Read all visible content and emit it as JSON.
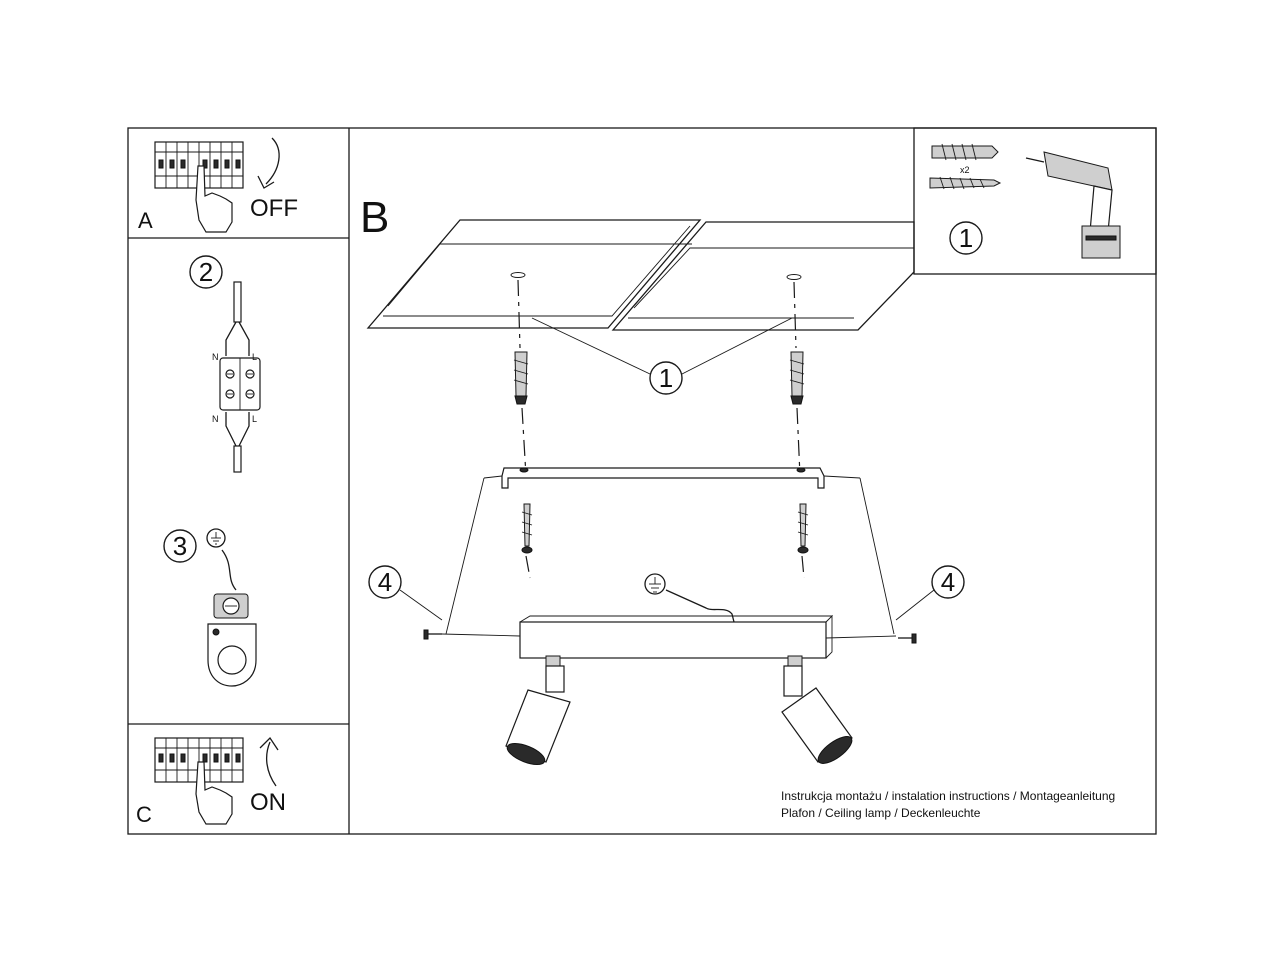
{
  "panels": {
    "a": {
      "letter": "A",
      "state": "OFF"
    },
    "b": {
      "letter": "B"
    },
    "c": {
      "letter": "C",
      "state": "ON"
    }
  },
  "steps": {
    "wiring": {
      "number": "2",
      "n_label": "N",
      "l_label": "L"
    },
    "earth": {
      "number": "3"
    },
    "tools": {
      "number": "1",
      "qty": "x2"
    }
  },
  "callouts": {
    "plugs": "1",
    "side_screw": "4"
  },
  "footer": {
    "line1": "Instrukcja montażu / instalation instructions / Montageanleitung",
    "line2": "Plafon / Ceiling lamp / Deckenleuchte"
  }
}
